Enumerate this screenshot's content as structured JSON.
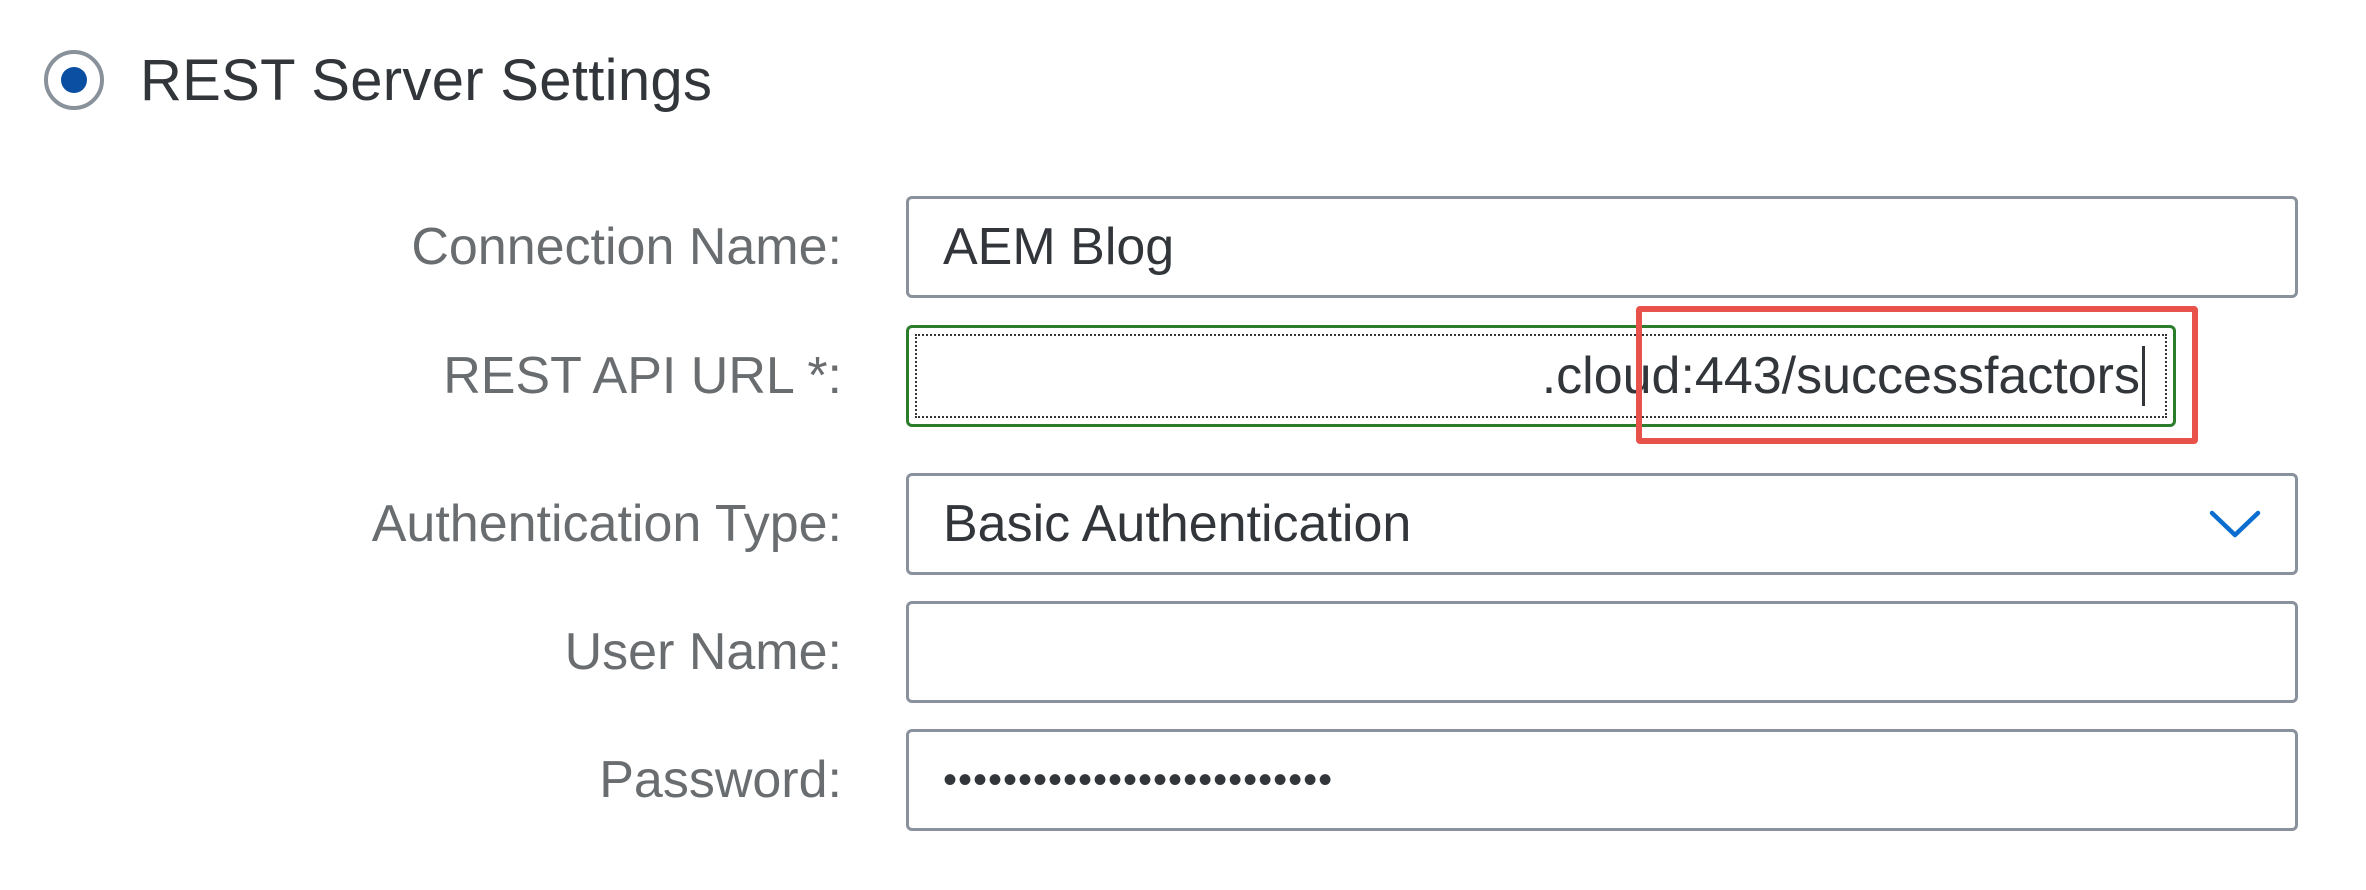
{
  "section": {
    "title": "REST Server Settings"
  },
  "form": {
    "connection_name": {
      "label": "Connection Name:",
      "value": "AEM Blog"
    },
    "rest_api_url": {
      "label": "REST API URL *:",
      "value": ".cloud:443/successfactors"
    },
    "authentication_type": {
      "label": "Authentication Type:",
      "value": "Basic Authentication"
    },
    "user_name": {
      "label": "User Name:",
      "value": ""
    },
    "password": {
      "label": "Password:",
      "value": "••••••••••••••••••••••••••"
    }
  },
  "icons": {
    "radio": "radio-selected-icon",
    "dropdown": "chevron-down-icon"
  },
  "colors": {
    "radio_accent": "#0a4fa1",
    "focus_border": "#2b7d2b",
    "highlight": "#e8524a",
    "dropdown_arrow": "#0a6ed1"
  }
}
